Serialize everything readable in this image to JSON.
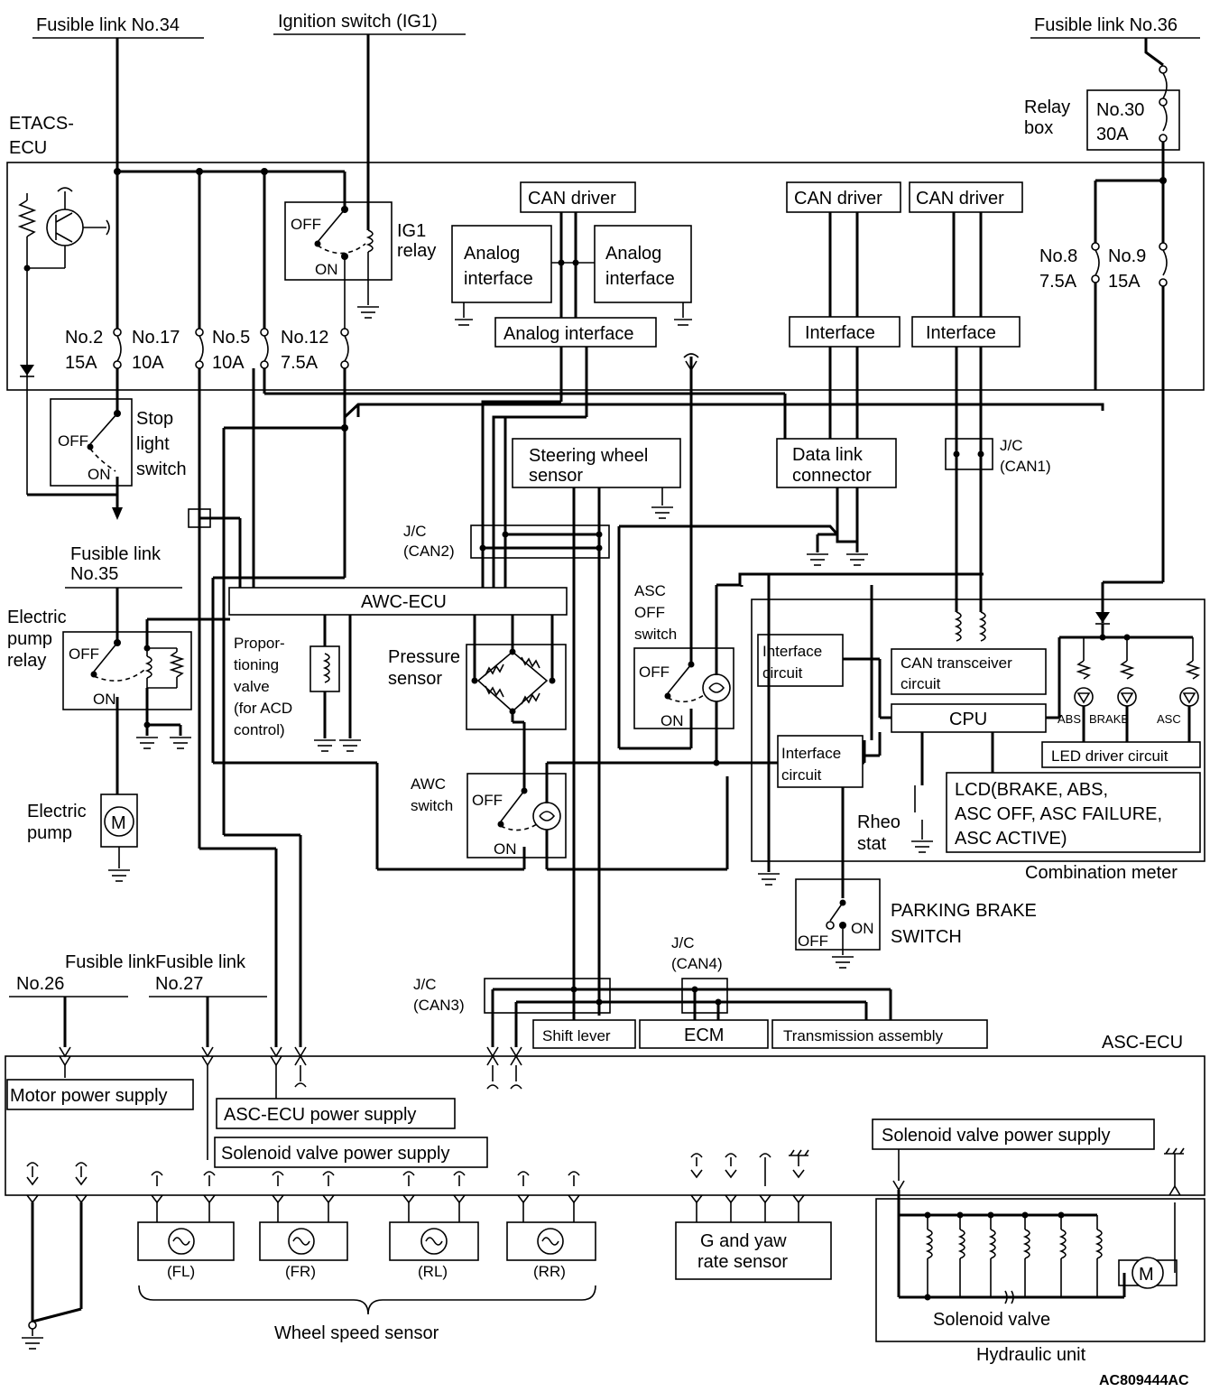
{
  "sources": {
    "fl34": "Fusible link No.34",
    "ig1": "Ignition switch (IG1)",
    "fl36": "Fusible link No.36",
    "fl35_1": "Fusible link",
    "fl35_2": "No.35",
    "fl26_1": "Fusible link",
    "fl26_2": "No.26",
    "fl27_1": "Fusible link",
    "fl27_2": "No.27"
  },
  "etacs": {
    "name_1": "ETACS-",
    "name_2": "ECU",
    "ig1_relay_1": "IG1",
    "ig1_relay_2": "relay",
    "fuses": [
      {
        "no": "No.2",
        "amp": "15A"
      },
      {
        "no": "No.17",
        "amp": "10A"
      },
      {
        "no": "No.5",
        "amp": "10A"
      },
      {
        "no": "No.12",
        "amp": "7.5A"
      }
    ],
    "can_driver": "CAN driver",
    "analog_interface_1": "Analog",
    "analog_interface_2": "interface",
    "analog_interface_bottom": "Analog interface",
    "can_driver_2": "CAN driver",
    "can_driver_3": "CAN driver",
    "interface_1": "Interface",
    "interface_2": "Interface"
  },
  "relay_box": {
    "label_1": "Relay",
    "label_2": "box",
    "fuse_no": "No.30",
    "fuse_amp": "30A",
    "fuse8_no": "No.8",
    "fuse8_amp": "7.5A",
    "fuse9_no": "No.9",
    "fuse9_amp": "15A"
  },
  "switch_states": {
    "off": "OFF",
    "on": "ON"
  },
  "stop_light": {
    "l1": "Stop",
    "l2": "light",
    "l3": "switch"
  },
  "pump_relay": {
    "l1": "Electric",
    "l2": "pump",
    "l3": "relay"
  },
  "electric_pump": {
    "l1": "Electric",
    "l2": "pump",
    "motor": "M"
  },
  "awc_ecu": "AWC-ECU",
  "proportioning_valve": [
    "Propor-",
    "tioning",
    "valve",
    "(for ACD",
    "control)"
  ],
  "pressure_sensor": [
    "Pressure",
    "sensor"
  ],
  "steering_sensor": [
    "Steering wheel",
    "sensor"
  ],
  "jc_can2": [
    "J/C",
    "(CAN2)"
  ],
  "data_link": [
    "Data link",
    "connector"
  ],
  "jc_can1": [
    "J/C",
    "(CAN1)"
  ],
  "asc_off_switch": [
    "ASC",
    "OFF",
    "switch"
  ],
  "awc_switch": [
    "AWC",
    "switch"
  ],
  "combination_meter": {
    "title": "Combination meter",
    "interface_circuit_1": [
      "Interface",
      "circuit"
    ],
    "interface_circuit_2": [
      "Interface",
      "circuit"
    ],
    "can_transceiver": [
      "CAN transceiver",
      "circuit"
    ],
    "cpu": "CPU",
    "led_labels": [
      "ABS",
      "BRAKE",
      "ASC"
    ],
    "led_driver": "LED driver circuit",
    "lcd": [
      "LCD(BRAKE, ABS,",
      "ASC OFF, ASC FAILURE,",
      "ASC ACTIVE)"
    ],
    "rheostat": [
      "Rheo",
      "stat"
    ]
  },
  "parking_brake": [
    "PARKING BRAKE",
    "SWITCH"
  ],
  "jc_can3": [
    "J/C",
    "(CAN3)"
  ],
  "jc_can4": [
    "J/C",
    "(CAN4)"
  ],
  "shift_lever": "Shift lever",
  "ecm": "ECM",
  "transmission": "Transmission assembly",
  "asc_ecu": {
    "title": "ASC-ECU",
    "motor_power": "Motor power supply",
    "ecu_power": "ASC-ECU power supply",
    "solenoid_power": "Solenoid valve power supply",
    "solenoid_power_2": "Solenoid valve power supply"
  },
  "wheel_sensors": {
    "positions": [
      "(FL)",
      "(FR)",
      "(RL)",
      "(RR)"
    ],
    "label": "Wheel speed sensor"
  },
  "g_sensor": [
    "G and yaw",
    "rate sensor"
  ],
  "hydraulic": {
    "solenoid_valve": "Solenoid valve",
    "unit": "Hydraulic unit",
    "motor": "M"
  },
  "figure_code": "AC809444AC"
}
